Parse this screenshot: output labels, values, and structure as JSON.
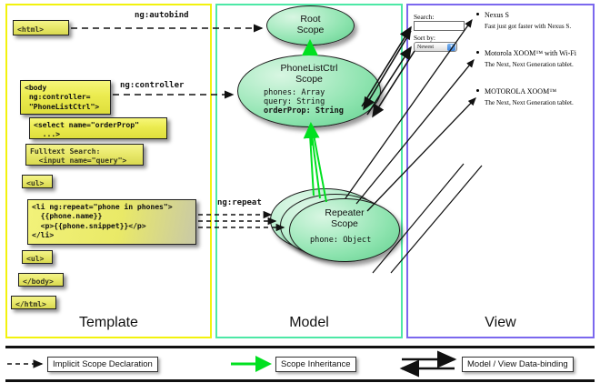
{
  "panels": [
    {
      "id": "template",
      "label": "Template",
      "border_color": "#f2f20d"
    },
    {
      "id": "model",
      "label": "Model",
      "border_color": "#4de8a6"
    },
    {
      "id": "view",
      "label": "View",
      "border_color": "#7b68ee"
    }
  ],
  "template": {
    "boxes": [
      {
        "name": "html-open-box",
        "text": "<html>"
      },
      {
        "name": "body-open-box",
        "text": "<body\n ng:controller=\n \"PhoneListCtrl\">"
      },
      {
        "name": "select-box",
        "text": "<select name=\"orderProp\"\n  ...>"
      },
      {
        "name": "search-input-box",
        "text": "Fulltext Search:\n  <input name=\"query\">"
      },
      {
        "name": "ul-open-box",
        "text": "<ul>"
      },
      {
        "name": "li-repeat-box",
        "text": "<li ng:repeat=\"phone in phones\">\n  {{phone.name}}\n  <p>{{phone.snippet}}</p>\n</li>"
      },
      {
        "name": "ul-close-box",
        "text": "<ul>"
      },
      {
        "name": "body-close-box",
        "text": "</body>"
      },
      {
        "name": "html-close-box",
        "text": "</html>"
      }
    ]
  },
  "model": {
    "scopes": [
      {
        "name": "root-scope",
        "title": "Root\nScope",
        "props": []
      },
      {
        "name": "phonelistctrl-scope",
        "title": "PhoneListCtrl\nScope",
        "props": [
          {
            "text": "phones: Array",
            "bold": false
          },
          {
            "text": "query: String",
            "bold": false
          },
          {
            "text": "orderProp: String",
            "bold": true
          }
        ]
      },
      {
        "name": "repeater-scope",
        "title": "Repeater\nScope",
        "props": [
          {
            "text": "phone: Object",
            "bold": false
          }
        ]
      }
    ]
  },
  "annotations": {
    "autobind": "ng:autobind",
    "controller": "ng:controller",
    "repeat": "ng:repeat"
  },
  "view": {
    "search_label": "Search:",
    "search_value": "",
    "sort_label": "Sort by:",
    "sort_selected": "Newest",
    "items": [
      {
        "name": "Nexus S",
        "snippet": "Fast just got faster with Nexus S."
      },
      {
        "name": "Motorola XOOM™ with Wi-Fi",
        "snippet": "The Next, Next Generation tablet."
      },
      {
        "name": "MOTOROLA XOOM™",
        "snippet": "The Next, Next Generation tablet."
      }
    ]
  },
  "legend": [
    {
      "name": "implicit-scope-declaration",
      "label": "Implicit Scope Declaration",
      "style": "dashed-black"
    },
    {
      "name": "scope-inheritance",
      "label": "Scope Inheritance",
      "style": "solid-green"
    },
    {
      "name": "model-view-data-binding",
      "label": "Model / View Data-binding",
      "style": "double-black"
    }
  ],
  "colors": {
    "green_arrow": "#00e020",
    "oval_fill": "#8ce3ae",
    "code_fill": "#ebeb4f"
  }
}
